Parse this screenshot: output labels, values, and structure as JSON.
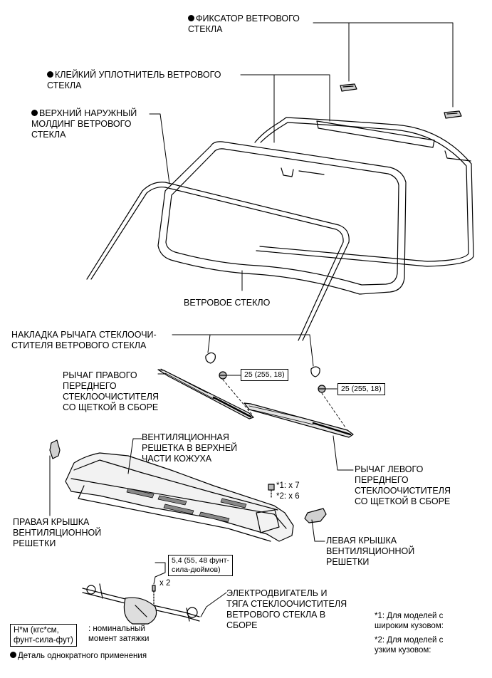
{
  "labels": {
    "retainer": "ФИКСАТОР ВЕТРОВОГО\nСТЕКЛА",
    "dam": "КЛЕЙКИЙ УПЛОТНИТЕЛЬ ВЕТРОВОГО\nСТЕКЛА",
    "molding": "ВЕРХНИЙ НАРУЖНЫЙ\nМОЛДИНГ ВЕТРОВОГО\nСТЕКЛА",
    "glass": "ВЕТРОВОЕ СТЕКЛО",
    "arm_cover": "НАКЛАДКА РЫЧАГА СТЕКЛООЧИ-\nСТИТЕЛЯ ВЕТРОВОГО СТЕКЛА",
    "right_arm": "РЫЧАГ ПРАВОГО\nПЕРЕДНЕГО\nСТЕКЛООЧИСТИТЕЛЯ\nСО ЩЕТКОЙ В СБОРЕ",
    "left_arm": "РЫЧАГ ЛЕВОГО\nПЕРЕДНЕГО\nСТЕКЛООЧИСТИТЕЛЯ\nСО ЩЕТКОЙ В СБОРЕ",
    "louver": "ВЕНТИЛЯЦИОННАЯ\nРЕШЕТКА В ВЕРХНЕЙ\nЧАСТИ КОЖУХА",
    "right_cover": "ПРАВАЯ КРЫШКА\nВЕНТИЛЯЦИОННОЙ\nРЕШЕТКИ",
    "left_cover": "ЛЕВАЯ КРЫШКА\nВЕНТИЛЯЦИОННОЙ\nРЕШЕТКИ",
    "motor": "ЭЛЕКТРОДВИГАТЕЛЬ И\nТЯГА СТЕКЛООЧИСТИТЕЛЯ\nВЕТРОВОГО СТЕКЛА В\nСБОРЕ"
  },
  "torques": {
    "right_nut": "25 (255, 18)",
    "left_nut": "25 (255, 18)",
    "motor_bolt": "5,4 (55, 48 фунт-\nсила-дюймов)"
  },
  "counts": {
    "clips": "*1: x 7\n*2: x 6",
    "bolts": "x 2"
  },
  "legend": {
    "unit_box": "Н*м (кгс*см,\nфунт-сила-фут)",
    "unit_desc": ": номинальный\nмомент затяжки",
    "non_reusable": "Деталь однократного применения"
  },
  "footnotes": {
    "wide": "*1: Для моделей с\nшироким кузовом:",
    "narrow": "*2: Для моделей с\nузким кузовом:"
  },
  "icons": {
    "non_reusable_marker": "filled-circle-icon"
  }
}
